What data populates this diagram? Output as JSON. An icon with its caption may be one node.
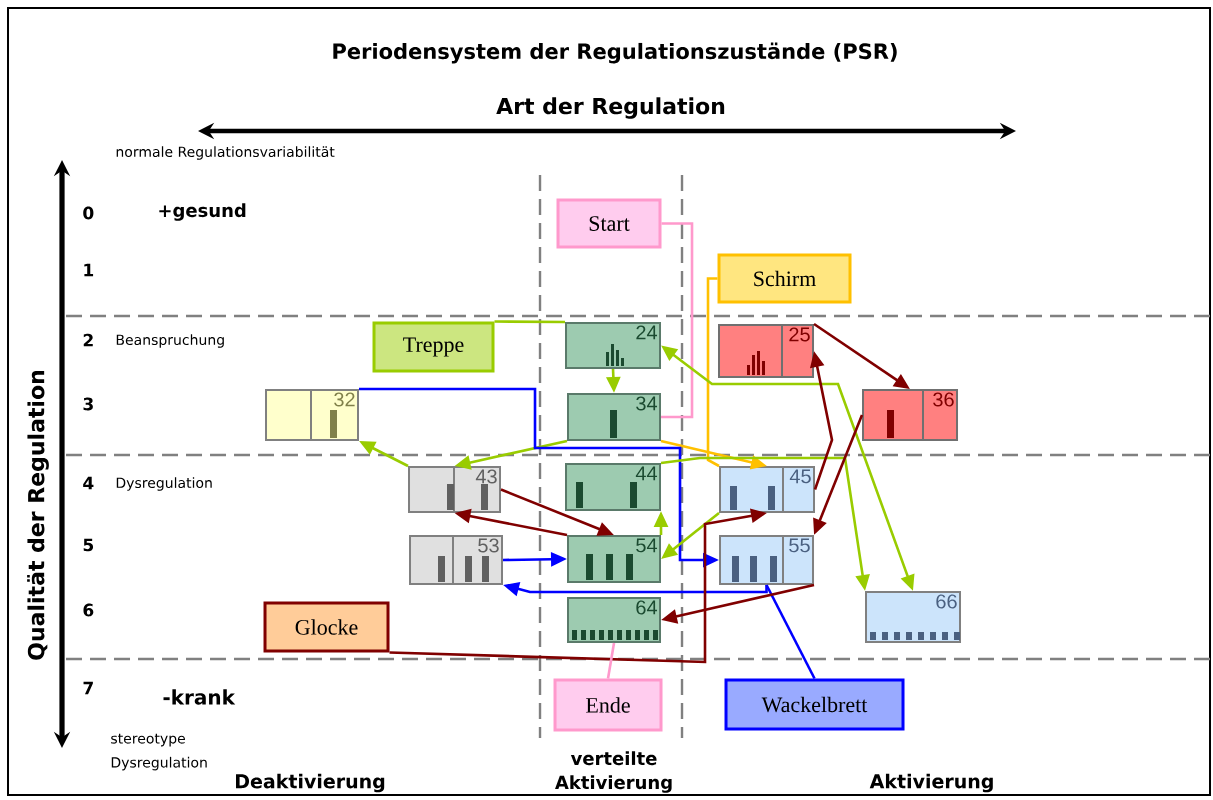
{
  "diagram": {
    "title": "Periodensystem der Regulationszustände (PSR)",
    "nodes": [
      {
        "text": [
          "Start"
        ]
      },
      {
        "text": [
          "Schirm"
        ]
      },
      {
        "text": [
          "Treppe"
        ]
      },
      {
        "text": [
          "24"
        ]
      },
      {
        "text": [
          "25"
        ]
      },
      {
        "text": [
          "32"
        ]
      },
      {
        "text": [
          "34"
        ]
      },
      {
        "text": [
          "36"
        ]
      },
      {
        "text": [
          "43"
        ]
      },
      {
        "text": [
          "44"
        ]
      },
      {
        "text": [
          "45"
        ]
      },
      {
        "text": [
          "53"
        ]
      },
      {
        "text": [
          "54"
        ]
      },
      {
        "text": [
          "55"
        ]
      },
      {
        "text": [
          "Glocke"
        ]
      },
      {
        "text": [
          "64"
        ]
      },
      {
        "text": [
          "66"
        ]
      },
      {
        "text": [
          "Ende"
        ]
      },
      {
        "text": [
          "Wackelbrett"
        ]
      }
    ],
    "edges": [
      {
        "from": 0,
        "to": 6,
        "arrow": "none",
        "color": "#ff99cc"
      },
      {
        "from": 1,
        "to": 10,
        "arrow": "none",
        "color": "#ffc000"
      },
      {
        "from": 6,
        "to": 10,
        "arrow": "to",
        "color": "#ffc000"
      },
      {
        "from": 2,
        "to": 3,
        "arrow": "none",
        "color": "#99cc00"
      },
      {
        "from": 3,
        "to": 6,
        "arrow": "to",
        "color": "#99cc00"
      },
      {
        "from": 6,
        "to": 8,
        "arrow": "to",
        "color": "#99cc00"
      },
      {
        "from": 8,
        "to": 5,
        "arrow": "to",
        "color": "#99cc00"
      },
      {
        "from": 5,
        "to": 13,
        "arrow": "to",
        "color": "#0000ff"
      },
      {
        "from": 18,
        "to": 13,
        "arrow": "none",
        "color": "#0000ff"
      },
      {
        "from": 13,
        "to": 11,
        "arrow": "to",
        "color": "#0000ff"
      },
      {
        "from": 11,
        "to": 12,
        "arrow": "to",
        "color": "#0000ff"
      },
      {
        "from": 10,
        "to": 12,
        "arrow": "to",
        "color": "#99cc00"
      },
      {
        "from": 12,
        "to": 9,
        "arrow": "to",
        "color": "#99cc00"
      },
      {
        "from": 9,
        "to": 16,
        "arrow": "to",
        "color": "#99cc00"
      },
      {
        "from": 3,
        "to": 16,
        "arrow": "both",
        "color": "#99cc00"
      },
      {
        "from": 14,
        "to": 10,
        "arrow": "to",
        "color": "#800000"
      },
      {
        "from": 10,
        "to": 4,
        "arrow": "to",
        "color": "#800000"
      },
      {
        "from": 4,
        "to": 7,
        "arrow": "to",
        "color": "#800000"
      },
      {
        "from": 7,
        "to": 13,
        "arrow": "to",
        "color": "#800000"
      },
      {
        "from": 13,
        "to": 15,
        "arrow": "to",
        "color": "#800000"
      },
      {
        "from": 8,
        "to": 12,
        "arrow": "to",
        "color": "#800000"
      },
      {
        "from": 12,
        "to": 8,
        "arrow": "to",
        "color": "#800000"
      },
      {
        "from": 17,
        "to": 15,
        "arrow": "none",
        "color": "#ff99cc"
      }
    ],
    "labels": [
      "normale Regulationsvariabilität",
      "0",
      "+gesund",
      "1",
      "2",
      "Beanspruchung",
      "3",
      "4",
      "Dysregulation",
      "5",
      "6",
      "7",
      "-krank",
      "stereotype Dysregulation",
      "Deaktivierung",
      "verteilte Aktivierung",
      "Aktivierung",
      "Qualität der Regulation",
      "Art der Regulation"
    ]
  }
}
